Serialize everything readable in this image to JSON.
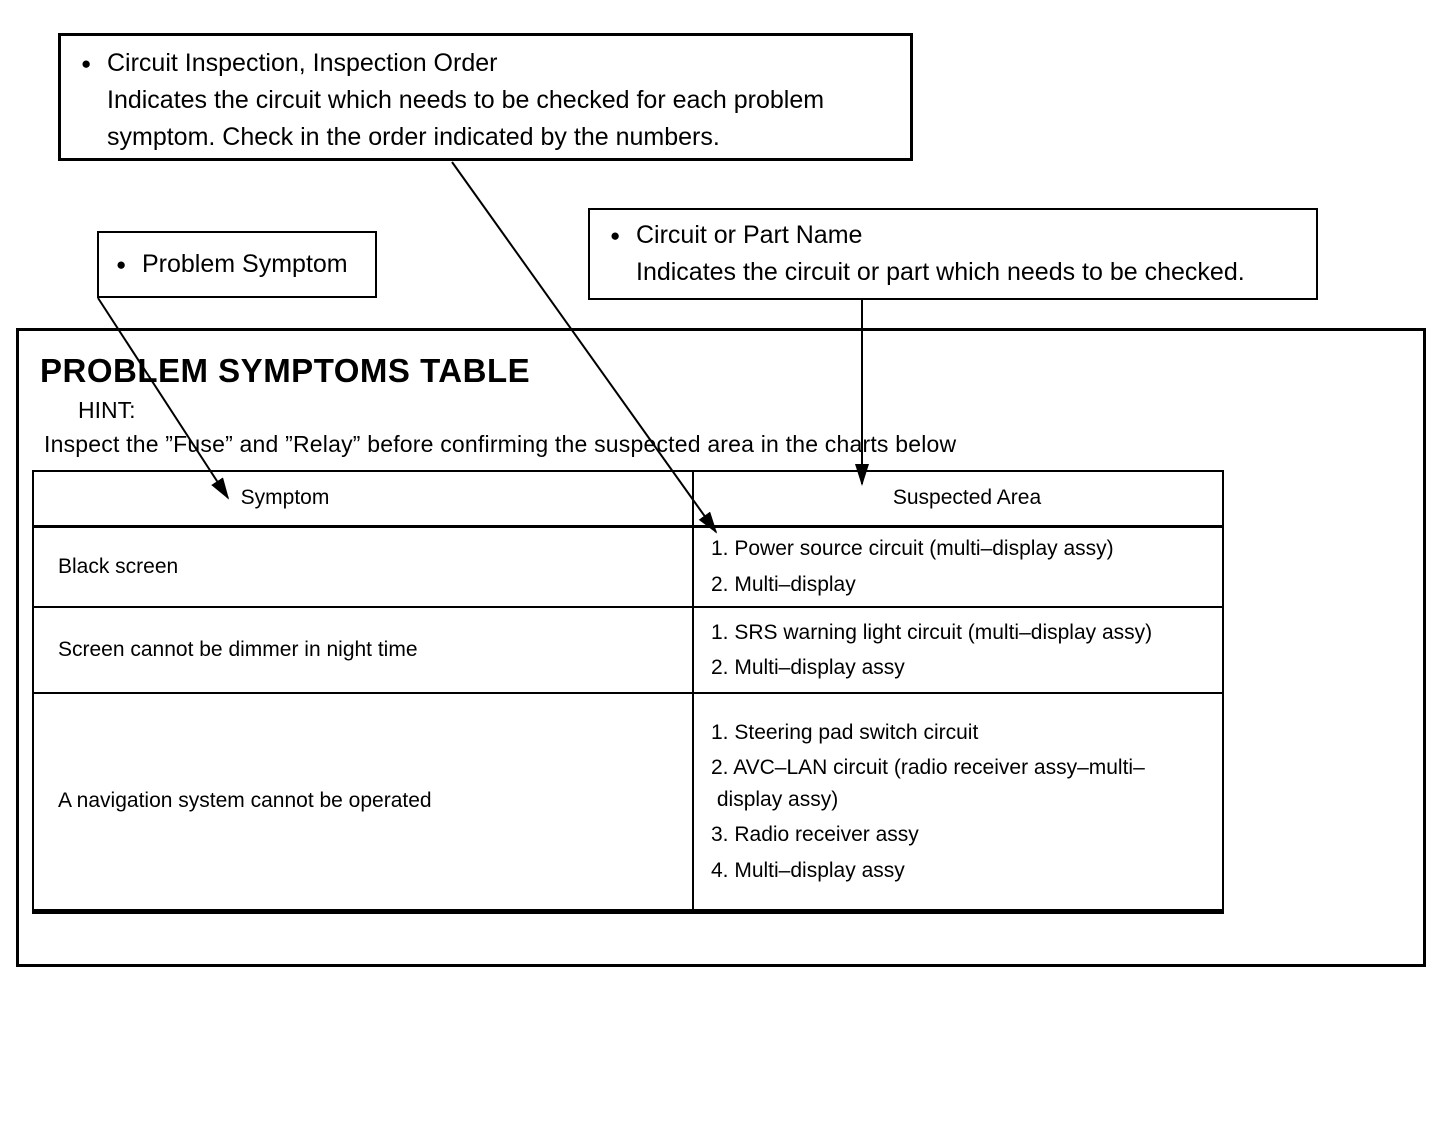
{
  "icons": {
    "bullet": "●"
  },
  "callouts": {
    "inspection_order": {
      "title": "Circuit Inspection, Inspection Order",
      "line1": "Indicates the circuit which needs to be checked for each problem",
      "line2": "symptom. Check in the order indicated by the numbers."
    },
    "problem_symptom": {
      "title": "Problem Symptom"
    },
    "circuit_or_part": {
      "title": "Circuit or Part Name",
      "line1": "Indicates the circuit or part which needs to be checked."
    }
  },
  "panel": {
    "title": "PROBLEM SYMPTOMS TABLE",
    "hint_label": "HINT:",
    "hint_text": "Inspect the ”Fuse” and ”Relay” before confirming the suspected area in the charts below"
  },
  "table": {
    "headers": [
      "Symptom",
      "Suspected Area"
    ],
    "rows": [
      {
        "symptom": "Black screen",
        "suspected": [
          "1. Power source circuit (multi–display assy)",
          "2. Multi–display"
        ]
      },
      {
        "symptom": "Screen cannot be dimmer in night time",
        "suspected": [
          "1. SRS warning light circuit (multi–display assy)",
          "2. Multi–display assy"
        ]
      },
      {
        "symptom": "A navigation system cannot be operated",
        "suspected": [
          "1. Steering pad switch circuit",
          "2. AVC–LAN circuit (radio receiver assy–multi–\n display assy)",
          "3. Radio receiver assy",
          "4. Multi–display assy"
        ]
      }
    ]
  }
}
